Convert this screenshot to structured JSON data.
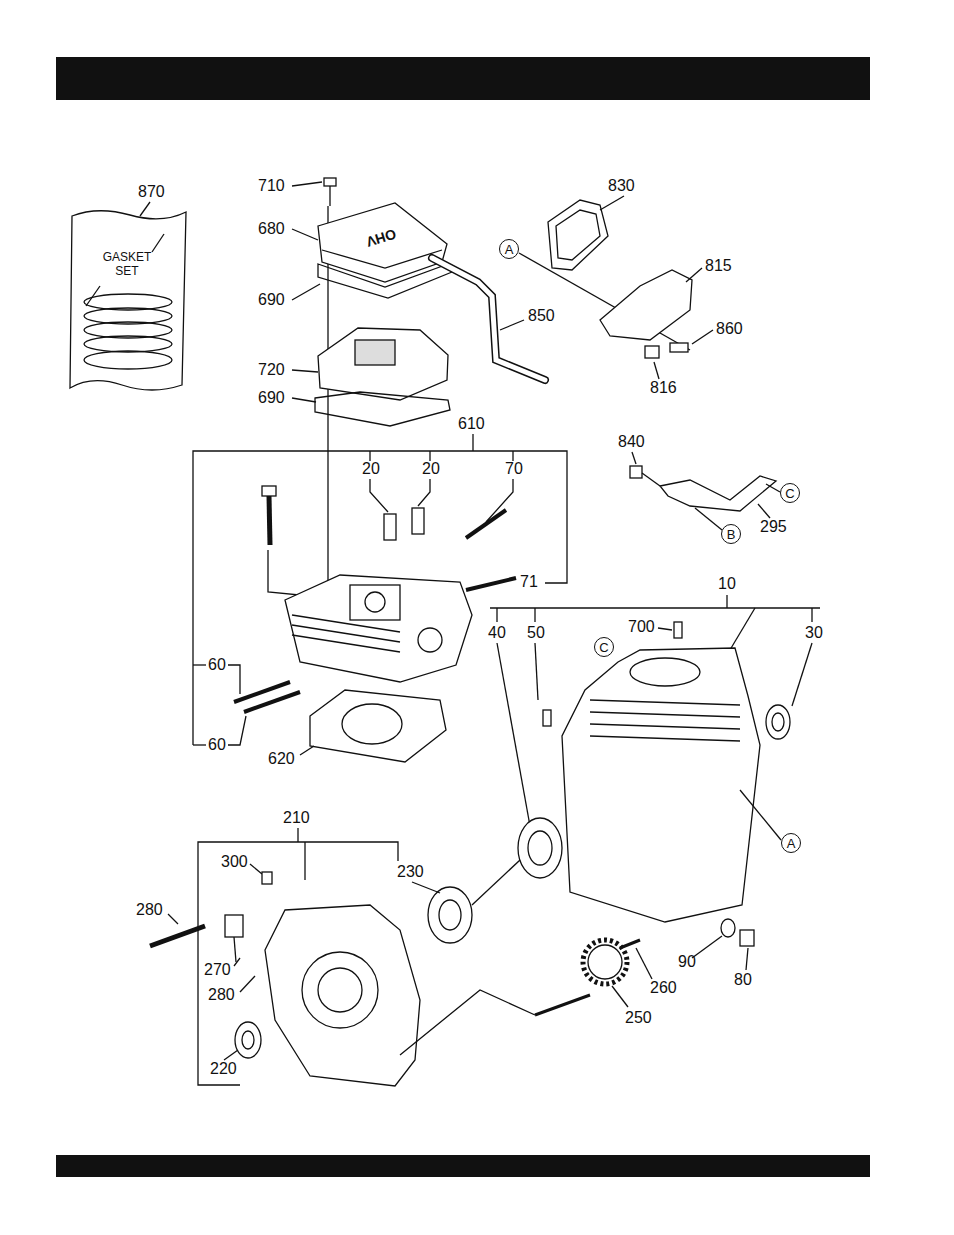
{
  "diagram": {
    "nodes": [
      {
        "text": [
          "GASKET SET"
        ]
      },
      {
        "text": [
          "A"
        ]
      },
      {
        "text": [
          "C"
        ]
      },
      {
        "text": [
          "B"
        ]
      },
      {
        "text": [
          "C"
        ]
      },
      {
        "text": [
          "A"
        ]
      }
    ],
    "labels": [
      "870",
      "710",
      "680",
      "690",
      "720",
      "690",
      "830",
      "815",
      "850",
      "860",
      "816",
      "610",
      "20",
      "20",
      "70",
      "71",
      "840",
      "295",
      "60",
      "60",
      "620",
      "10",
      "40",
      "50",
      "700",
      "30",
      "210",
      "300",
      "230",
      "280",
      "270",
      "280",
      "220",
      "90",
      "80",
      "260",
      "250",
      "OHV"
    ]
  }
}
